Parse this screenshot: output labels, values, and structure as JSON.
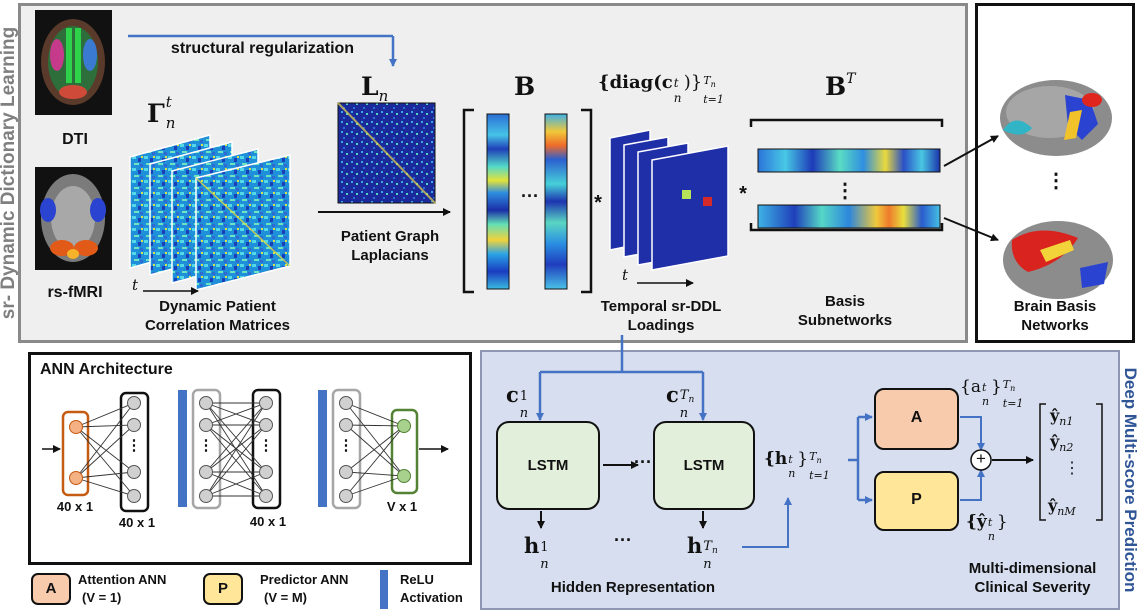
{
  "colors": {
    "sr_panel_bg": "#efefef",
    "sr_panel_border": "#8a8a8a",
    "deep_panel_bg": "#d6deef",
    "deep_panel_border": "#8d97b3",
    "accent_blue": "#4472c4",
    "lstm_fill": "#e2efda",
    "attention_fill": "#f8cbad",
    "predictor_fill": "#ffe699",
    "relu_bar": "#4472c4"
  },
  "sr_ddl": {
    "side_title": "sr- Dynamic Dictionary Learning",
    "struct_reg": "structural regularization",
    "dti": "DTI",
    "rsfmri": "rs-fMRI",
    "gamma": "Γ",
    "gamma_sup": "t",
    "gamma_sub": "n",
    "time_axis": "t",
    "dyn_corr_line1": "Dynamic Patient",
    "dyn_corr_line2": "Correlation Matrices",
    "L": "L",
    "L_sub": "n",
    "laplacian_line1": "Patient Graph",
    "laplacian_line2": "Laplacians",
    "B": "B",
    "dots": "···",
    "star": "*",
    "diag_text": "{diag(c",
    "diag_sub": "n",
    "diag_sup": "t",
    "diag_close": ")}",
    "diag_range_sup": "T",
    "diag_range_sup_sub": "n",
    "diag_range_sub": "t=1",
    "loadings_time": "t",
    "loadings_line1": "Temporal sr-DDL",
    "loadings_line2": "Loadings",
    "BT": "B",
    "BT_sup": "T",
    "vdots": "⋮",
    "basis_line1": "Basis",
    "basis_line2": "Subnetworks"
  },
  "brain_networks": {
    "vdots": "⋮",
    "line1": "Brain Basis",
    "line2": "Networks"
  },
  "ann": {
    "title": "ANN Architecture",
    "dim1": "40 x 1",
    "dim2": "40 x 1",
    "dim3": "40 x 1",
    "dim4": "V x 1",
    "vdots": "⋮"
  },
  "legend": {
    "attention_box": "A",
    "attention_line1": "Attention ANN",
    "attention_line2": "(V = 1)",
    "predictor_box": "P",
    "predictor_line1": "Predictor ANN",
    "predictor_line2": "(V = M)",
    "relu_line1": "ReLU",
    "relu_line2": "Activation"
  },
  "deep": {
    "side_title": "Deep Multi-score Prediction",
    "c1": "c",
    "c1_sub": "n",
    "c1_sup": "1",
    "cT": "c",
    "cT_sub": "n",
    "cT_sup": "T",
    "cT_sup_sub": "n",
    "lstm1": "LSTM",
    "lstm2": "LSTM",
    "dots_mid": "···",
    "h1": "h",
    "h1_sub": "n",
    "h1_sup": "1",
    "hdots": "···",
    "hT": "h",
    "hT_sub": "n",
    "hT_sup": "T",
    "hT_sup_sub": "n",
    "hidden_rep": "Hidden Representation",
    "hset": "{h",
    "hset_sub": "n",
    "hset_sup": "t",
    "hset_close": "}",
    "hset_range_sup": "T",
    "hset_range_sup_sub": "n",
    "hset_range_sub": "t=1",
    "A": "A",
    "P": "P",
    "aset": "{a",
    "aset_sub": "n",
    "aset_sup": "t",
    "aset_close": "}",
    "aset_range_sup": "T",
    "aset_range_sup_sub": "n",
    "aset_range_sub": "t=1",
    "yset": "{ŷ",
    "yset_sub": "n",
    "yset_sup": "t",
    "yset_close": "}",
    "plus": "+",
    "y1": "ŷ",
    "y1_sub": "n1",
    "y2": "ŷ",
    "y2_sub": "n2",
    "yvdots": "⋮",
    "yM": "ŷ",
    "yM_sub": "nM",
    "clinical_line1": "Multi-dimensional",
    "clinical_line2": "Clinical Severity"
  }
}
